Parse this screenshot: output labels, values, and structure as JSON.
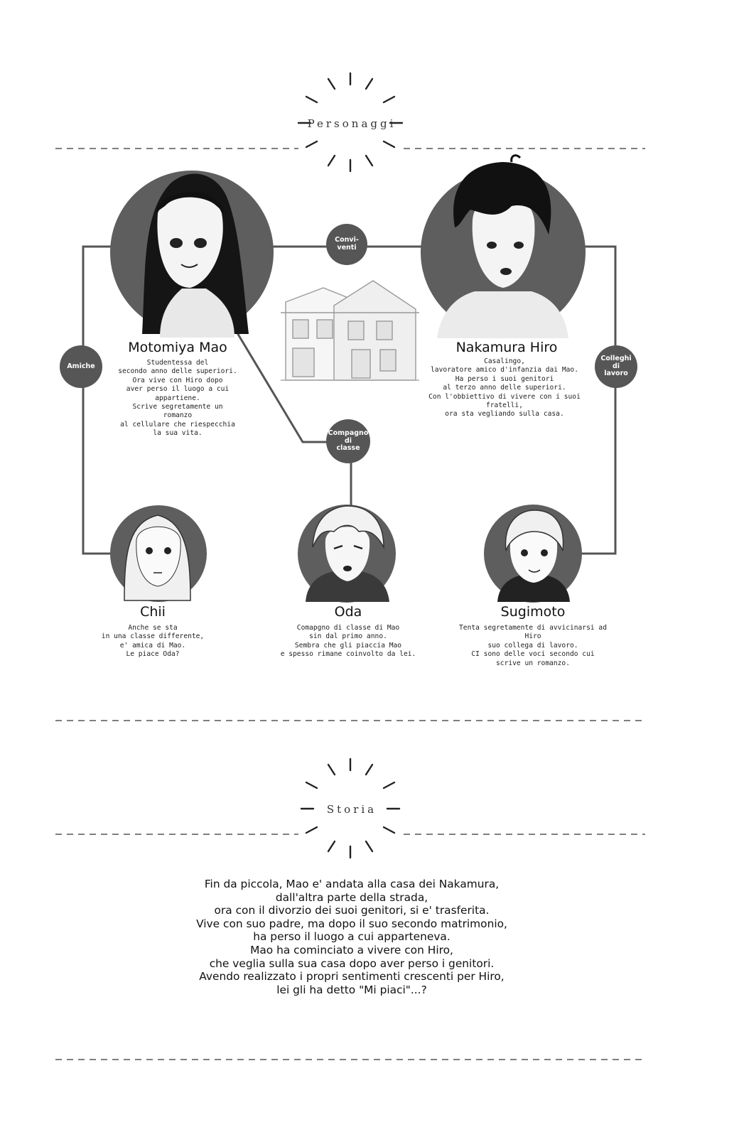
{
  "sections": {
    "characters_heading": "Personaggi",
    "story_heading": "Storia"
  },
  "relations": {
    "cohabitants": "Convi-\nventi",
    "friends": "Amiche",
    "classmate": "Compagno\ndi\nclasse",
    "coworkers": "Colleghi\ndi\nlavoro"
  },
  "characters": [
    {
      "name": "Motomiya Mao",
      "description": "Studentessa del\nsecondo anno delle superiori.\nOra vive con Hiro dopo\naver perso il luogo a cui\nappartiene.\nScrive segretamente un\nromanzo\nal cellulare che riespecchia\nla sua vita."
    },
    {
      "name": "Nakamura Hiro",
      "description": "Casalingo,\nlavoratore amico d'infanzia dai Mao.\nHa perso i suoi genitori\nal terzo anno delle superiori.\nCon l'obbiettivo di vivere con i suoi\nfratelli,\nora sta vegliando sulla casa."
    },
    {
      "name": "Chii",
      "description": "Anche se sta\nin una classe differente,\ne' amica di Mao.\nLe piace Oda?"
    },
    {
      "name": "Oda",
      "description": "Comapgno di classe di Mao\nsin dal primo anno.\nSembra che gli piaccia Mao\ne spesso rimane coinvolto da lei."
    },
    {
      "name": "Sugimoto",
      "description": "Tenta segretamente di avvicinarsi ad\nHiro\nsuo collega di lavoro.\nCI sono delle voci secondo cui\nscrive un romanzo."
    }
  ],
  "story_text": "Fin da piccola, Mao e' andata alla casa dei Nakamura,\ndall'altra parte della strada,\nora con il divorzio dei suoi genitori, si e' trasferita.\nVive con suo padre, ma dopo il suo secondo matrimonio,\nha perso il luogo a cui apparteneva.\nMao ha cominciato a vivere con Hiro,\nche veglia sulla sua casa dopo aver perso i genitori.\nAvendo realizzato i propri sentimenti crescenti per Hiro,\nlei gli ha detto \"Mi piaci\"...?"
}
